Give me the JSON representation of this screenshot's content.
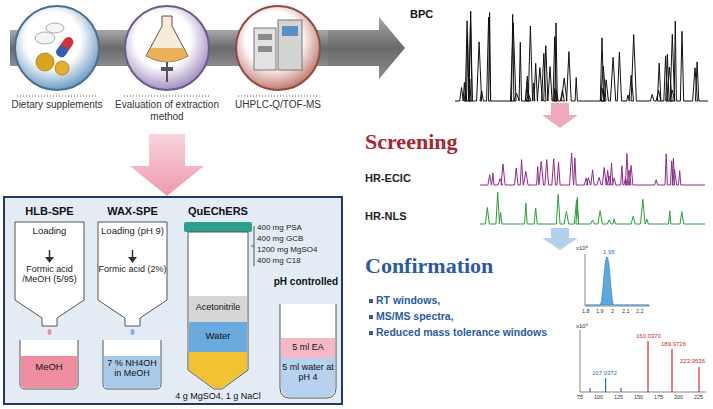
{
  "diagram": {
    "nodes": [
      {
        "text": [
          "Dietary supplements"
        ]
      },
      {
        "text": [
          "Evaluation of extraction method"
        ]
      },
      {
        "text": [
          "UHPLC-Q/TOF-MS"
        ]
      },
      {
        "text": []
      },
      {
        "text": [
          "HLB-SPE",
          "Loading",
          "Formic acid /MeOH (5/95)"
        ],
        "in": 3
      },
      {
        "text": [
          "MeOH"
        ],
        "in": 3
      },
      {
        "text": [
          "WAX-SPE",
          "Loading (pH 9)",
          "Formic acid (2%)"
        ],
        "in": 3
      },
      {
        "text": [
          "7 % NH4OH in MeOH"
        ],
        "in": 3
      },
      {
        "text": [
          "QuEChERS",
          "Acetonitrile",
          "Water",
          "4 g MgSO4, 1 g NaCl"
        ],
        "in": 3
      },
      {
        "text": [
          "pH controlled",
          "5 ml EA",
          "5 ml water at pH 4"
        ],
        "in": 3
      },
      {
        "text": [
          "BPC"
        ]
      },
      {
        "text": [
          "Screening",
          "HR-ECIC",
          "HR-NLS"
        ]
      },
      {
        "text": [
          "Confirmation",
          "RT windows,",
          "MS/MS spectra,",
          "Reduced mass tolerance windows"
        ]
      }
    ],
    "edges": [
      {
        "from": 2,
        "to": 10,
        "arrow": "to"
      },
      {
        "from": 1,
        "to": 3,
        "arrow": "to"
      },
      {
        "from": 10,
        "to": 11,
        "arrow": "to"
      },
      {
        "from": 11,
        "to": 12,
        "arrow": "to"
      }
    ],
    "labels": [
      "400 mg PSA",
      "400 mg GCB",
      "1200 mg MgSO4",
      "400 mg C18",
      "x10⁵",
      "1.95",
      "1.8",
      "1.9",
      "2",
      "2.1",
      "2.2",
      "x10⁵",
      "160.0370",
      "189.9726",
      "107.0372",
      "223.9536",
      "75",
      "100",
      "125",
      "150",
      "175",
      "200",
      "225"
    ]
  }
}
